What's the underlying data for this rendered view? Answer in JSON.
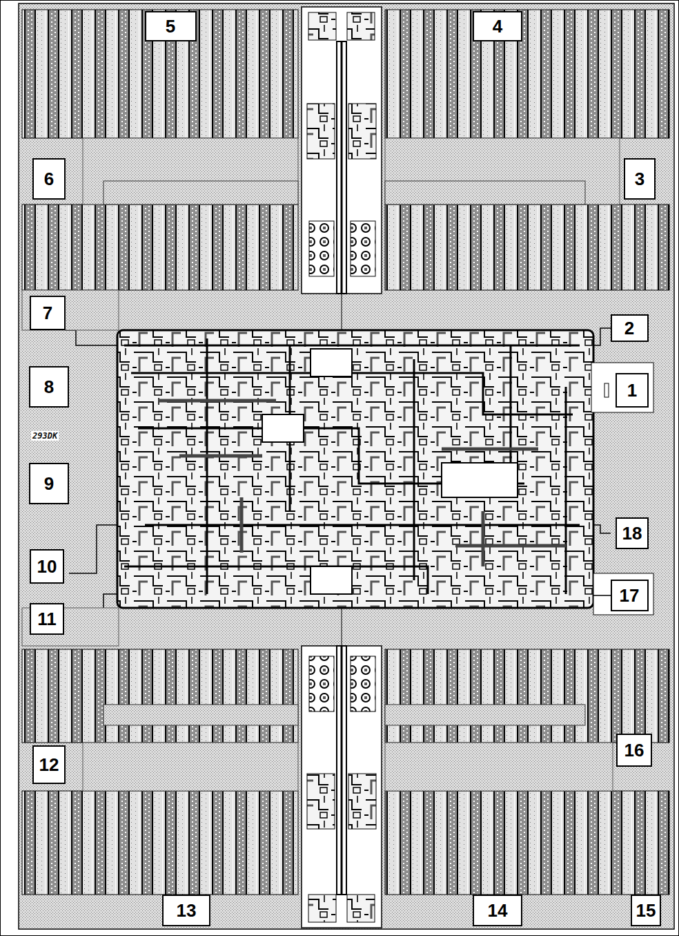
{
  "diagram": {
    "nodes": [
      {
        "text": [
          "5"
        ]
      },
      {
        "text": [
          "4"
        ]
      },
      {
        "text": [
          "6"
        ]
      },
      {
        "text": [
          "3"
        ]
      },
      {
        "text": [
          "7"
        ]
      },
      {
        "text": [
          "2"
        ]
      },
      {
        "text": [
          "8"
        ]
      },
      {
        "text": [
          "1"
        ]
      },
      {
        "text": [
          "9"
        ]
      },
      {
        "text": [
          "18"
        ]
      },
      {
        "text": [
          "10"
        ]
      },
      {
        "text": [
          "17"
        ]
      },
      {
        "text": [
          "11"
        ]
      },
      {
        "text": [
          "12"
        ]
      },
      {
        "text": [
          "16"
        ]
      },
      {
        "text": [
          "13"
        ]
      },
      {
        "text": [
          "14"
        ]
      },
      {
        "text": [
          "15"
        ]
      }
    ],
    "labels": [
      "293DK"
    ]
  }
}
